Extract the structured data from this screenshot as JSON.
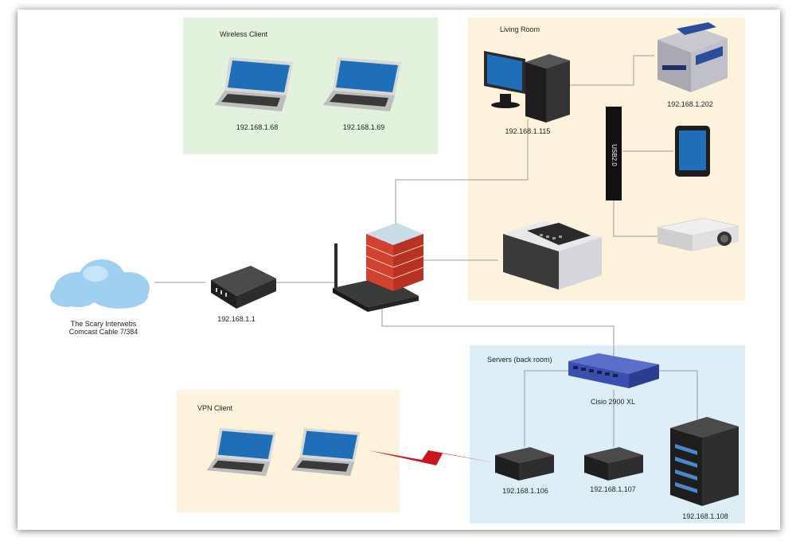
{
  "zones": {
    "wireless": {
      "title": "Wireless Client",
      "color": "#e2f2dc"
    },
    "living_room": {
      "title": "Living Room",
      "color": "#fdf3dc"
    },
    "servers": {
      "title": "Servers (back room)",
      "color": "#ddeef6"
    },
    "vpn": {
      "title": "VPN Client",
      "color": "#fdf3dc"
    }
  },
  "devices": {
    "cloud": {
      "label_line1": "The Scary Interwebs",
      "label_line2": "Comcast Cable 7/384"
    },
    "modem": {
      "label": "192.168.1.1"
    },
    "wireless_laptop_1": {
      "label": "192.168.1.68"
    },
    "wireless_laptop_2": {
      "label": "192.168.1.69"
    },
    "living_pc": {
      "label": "192.168.1.115"
    },
    "copier": {
      "label": "192.168.1.202"
    },
    "usb_hub": {
      "label": "USB2.0"
    },
    "switch": {
      "label": "Cisio 2900 XL"
    },
    "server_1": {
      "label": "192.168.1.106"
    },
    "server_2": {
      "label": "192.168.1.107"
    },
    "server_tower": {
      "label": "192.168.1.108"
    }
  },
  "colors": {
    "wire": "#9a9a9a",
    "vpn_link": "#c8161c",
    "screen": "#1f6fb8",
    "device_dark": "#2e2e2e",
    "switch_blue": "#3b4fb0"
  }
}
